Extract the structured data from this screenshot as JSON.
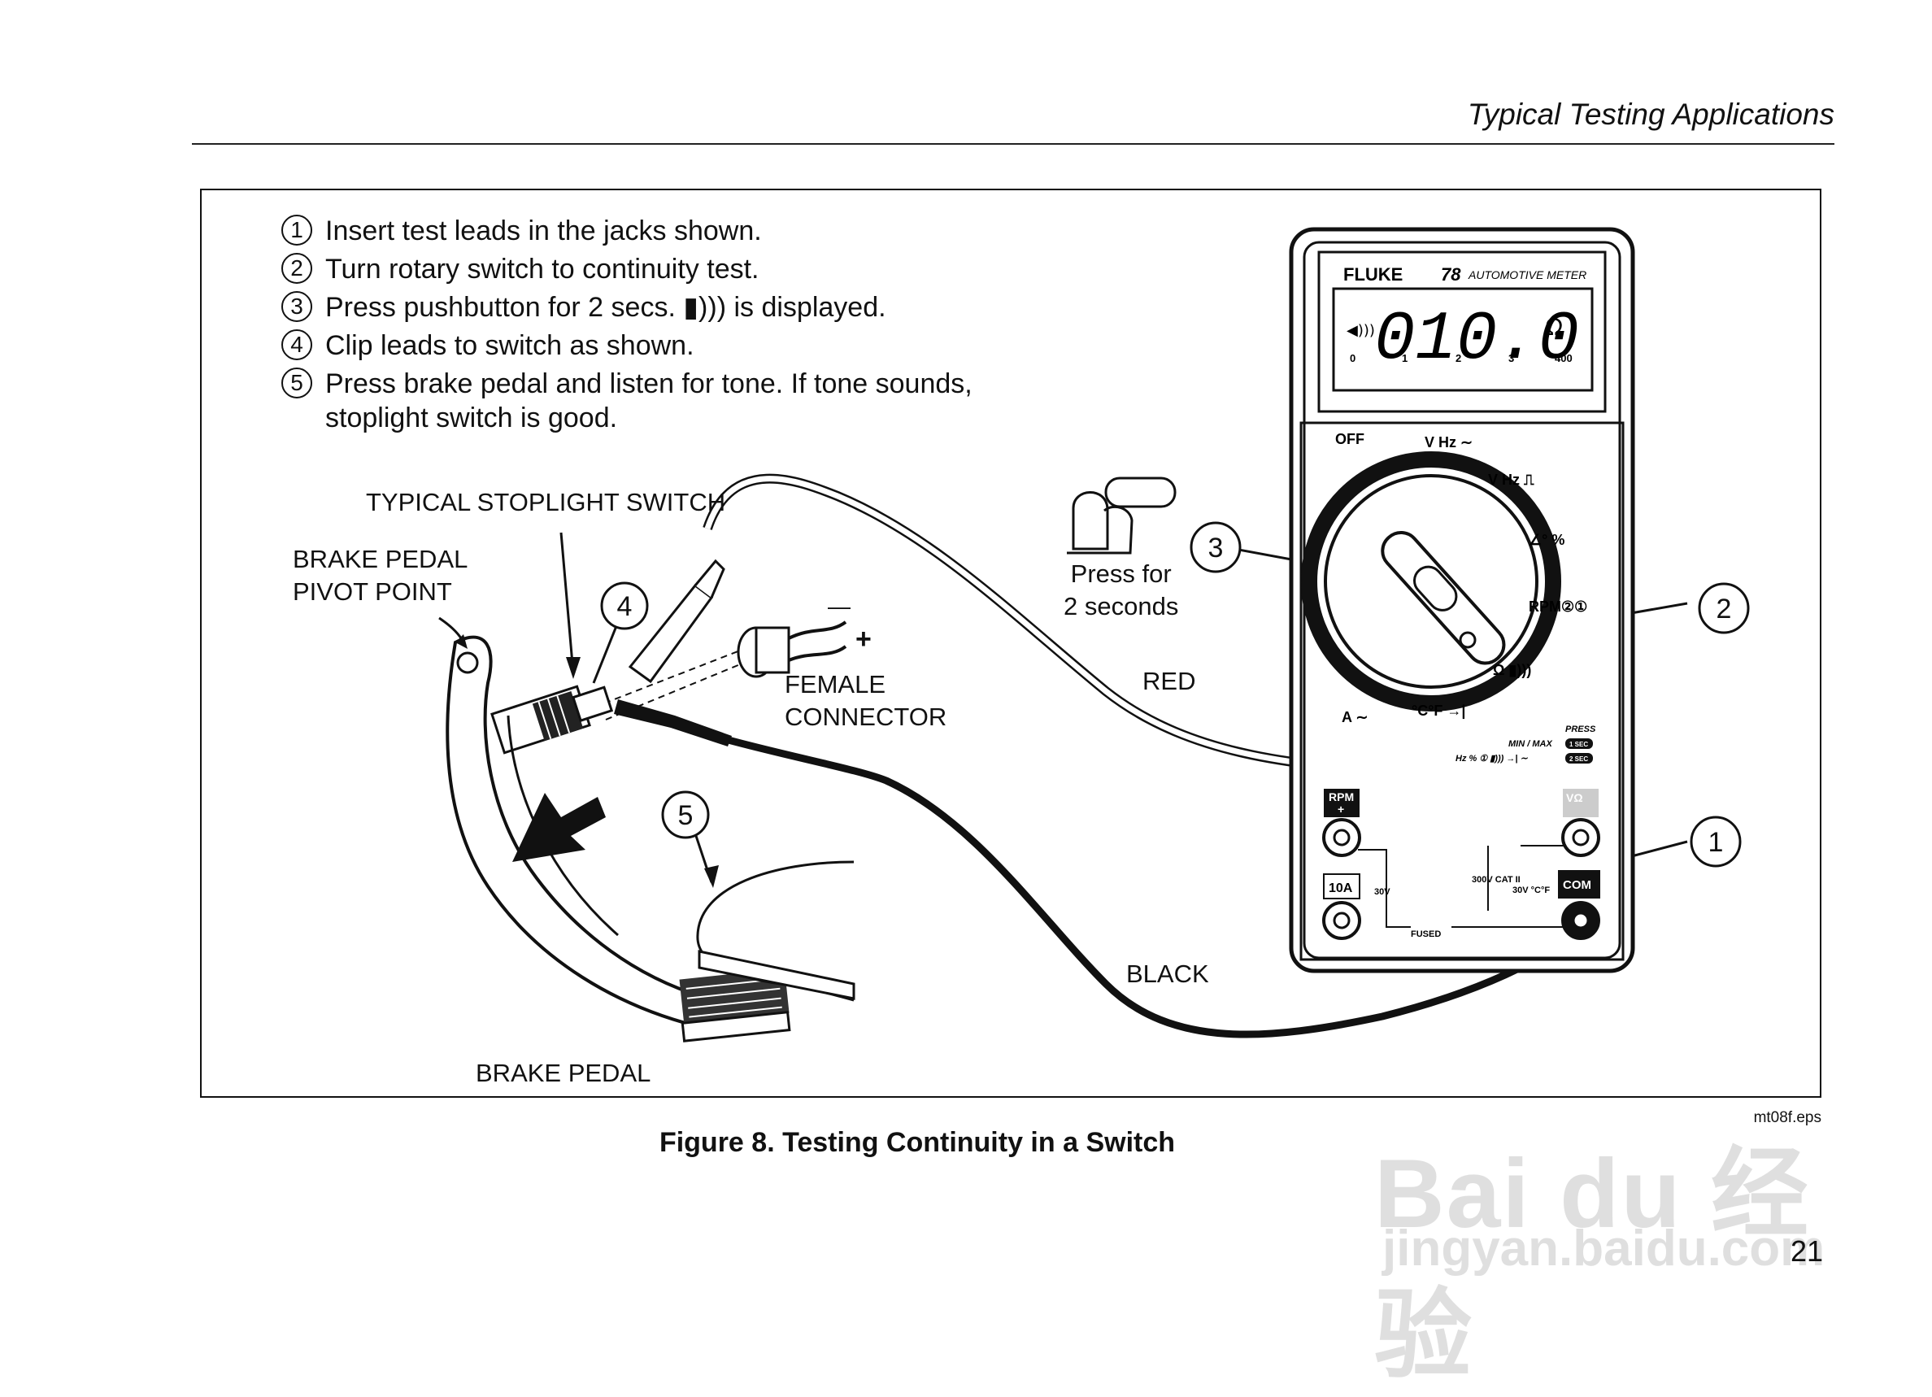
{
  "header": {
    "title": "Typical Testing Applications"
  },
  "steps": [
    {
      "num": "1",
      "text": "Insert test leads in the jacks shown."
    },
    {
      "num": "2",
      "text": "Turn rotary switch to continuity test."
    },
    {
      "num": "3",
      "text": "Press pushbutton for 2 secs.  ▮)))  is displayed."
    },
    {
      "num": "4",
      "text": "Clip leads to switch as shown."
    },
    {
      "num": "5",
      "text": "Press brake pedal and listen for tone. If tone sounds,\nstoplight switch is good."
    }
  ],
  "labels": {
    "stoplight_switch": "TYPICAL STOPLIGHT SWITCH",
    "pivot_point": "BRAKE PEDAL\nPIVOT POINT",
    "female_connector": "FEMALE\nCONNECTOR",
    "brake_pedal": "BRAKE PEDAL",
    "red": "RED",
    "black": "BLACK",
    "press_for": "Press for\n2 seconds",
    "minus": "—",
    "plus": "+"
  },
  "callouts": [
    "1",
    "2",
    "3",
    "4",
    "5"
  ],
  "meter": {
    "brand": "FLUKE",
    "model": "78",
    "subtitle": "AUTOMOTIVE METER",
    "reading": "010.0",
    "unit": "Ω",
    "scale": [
      "0",
      "1",
      "2",
      "3",
      "400"
    ],
    "dial": {
      "off": "OFF",
      "vac": "V Hz ∼",
      "vdc": "V Hz ⎍",
      "dwell": "∠° %",
      "rpm": "RPM②①",
      "ohm": "Ω ▮)))",
      "amp": "A ∼",
      "temp": "°C°F →|"
    },
    "press": "PRESS",
    "minmax": "MIN / MAX",
    "hz_row": "Hz % ① ▮))) →| ∼",
    "sec1": "1 SEC",
    "sec2": "2 SEC",
    "jacks": {
      "rpm": "RPM\n+",
      "vohm": "VΩ\n→|",
      "tenA": "10A",
      "com": "COM",
      "v30": "30V",
      "fused": "FUSED",
      "cat": "300V\nCAT II",
      "cf": "30V\n°C°F"
    }
  },
  "figure": {
    "caption": "Figure 8. Testing Continuity in a Switch",
    "file_ref": "mt08f.eps"
  },
  "page_number": "21",
  "watermark": {
    "logo": "Bai du 经验",
    "url": "jingyan.baidu.com"
  }
}
